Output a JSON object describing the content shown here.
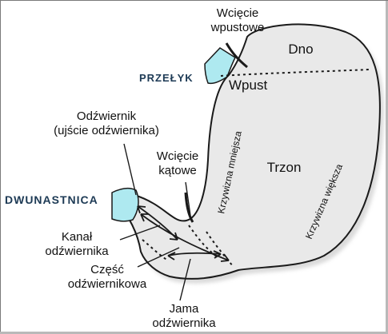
{
  "labels": {
    "notch_cardiac_line1": "Wcięcie",
    "notch_cardiac_line2": "wpustowe",
    "fundus": "Dno",
    "esophagus": "PRZEŁYK",
    "cardia": "Wpust",
    "pylorus_line1": "Odźwiernik",
    "pylorus_line2": "(ujście odźwiernika)",
    "angular_notch_line1": "Wcięcie",
    "angular_notch_line2": "kątowe",
    "lesser_curvature": "Krzywizna mniejsza",
    "body": "Trzon",
    "greater_curvature": "Krzywizna większa",
    "duodenum": "DWUNASTNICA",
    "pyloric_canal_line1": "Kanał",
    "pyloric_canal_line2": "odźwiernika",
    "pyloric_part_line1": "Część",
    "pyloric_part_line2": "odźwiernikowa",
    "pyloric_antrum_line1": "Jama",
    "pyloric_antrum_line2": "odźwiernika"
  },
  "colors": {
    "stomach_fill": "#e9e9e9",
    "organ_stub_fill": "#aee9f0",
    "outline": "#1a1a1a",
    "shadow": "#bdbdbd",
    "caps_label": "#1d3a55"
  }
}
